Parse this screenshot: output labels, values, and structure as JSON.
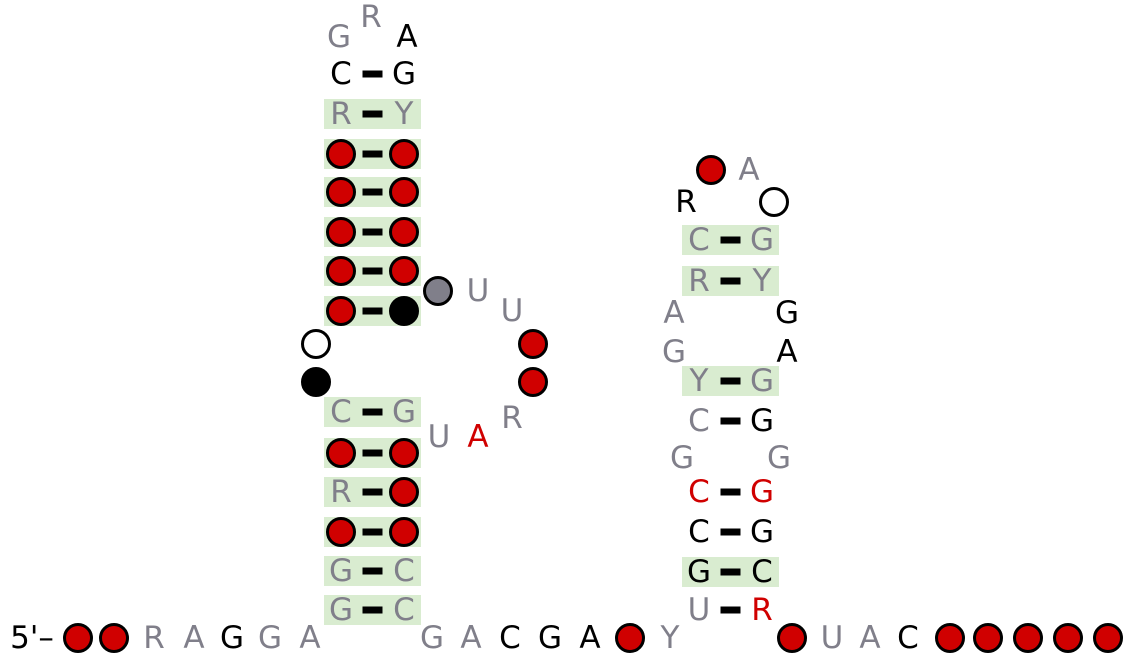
{
  "legend": {
    "colors": {
      "black": "#000000",
      "grey": "#807f8a",
      "red": "#d00000",
      "circle_red": "#d00000",
      "circle_black": "#000000",
      "circle_grey": "#807f8a",
      "circle_open": "#ffffff",
      "covariation_shade": "#d9ecd0",
      "bond": "#000000"
    }
  },
  "five_prime": {
    "label": "5'–"
  },
  "nucleotides": [
    {
      "id": "n1",
      "kind": "circle",
      "fill": "circle_red"
    },
    {
      "id": "n2",
      "kind": "circle",
      "fill": "circle_red"
    },
    {
      "id": "n3",
      "kind": "text",
      "text": "R",
      "color": "grey"
    },
    {
      "id": "n4",
      "kind": "text",
      "text": "A",
      "color": "grey"
    },
    {
      "id": "n5",
      "kind": "text",
      "text": "G",
      "color": "black"
    },
    {
      "id": "n6",
      "kind": "text",
      "text": "G",
      "color": "grey"
    },
    {
      "id": "n7",
      "kind": "text",
      "text": "A",
      "color": "grey"
    },
    {
      "id": "h1-l1",
      "kind": "text",
      "text": "G",
      "color": "grey"
    },
    {
      "id": "h1-l2",
      "kind": "text",
      "text": "G",
      "color": "grey"
    },
    {
      "id": "h1-l3",
      "kind": "circle",
      "fill": "circle_red"
    },
    {
      "id": "h1-l4",
      "kind": "text",
      "text": "R",
      "color": "grey"
    },
    {
      "id": "h1-l5",
      "kind": "circle",
      "fill": "circle_red"
    },
    {
      "id": "h1-l6",
      "kind": "text",
      "text": "C",
      "color": "grey"
    },
    {
      "id": "h1-b1",
      "kind": "circle",
      "fill": "circle_black"
    },
    {
      "id": "h1-b2",
      "kind": "circle",
      "fill": "circle_open"
    },
    {
      "id": "h1-l7",
      "kind": "circle",
      "fill": "circle_red"
    },
    {
      "id": "h1-l8",
      "kind": "circle",
      "fill": "circle_red"
    },
    {
      "id": "h1-l9",
      "kind": "circle",
      "fill": "circle_red"
    },
    {
      "id": "h1-l10",
      "kind": "circle",
      "fill": "circle_red"
    },
    {
      "id": "h1-l11",
      "kind": "circle",
      "fill": "circle_red"
    },
    {
      "id": "h1-l12",
      "kind": "text",
      "text": "R",
      "color": "grey"
    },
    {
      "id": "h1-l13",
      "kind": "text",
      "text": "C",
      "color": "black"
    },
    {
      "id": "h1-loop1",
      "kind": "text",
      "text": "G",
      "color": "grey"
    },
    {
      "id": "h1-loop2",
      "kind": "text",
      "text": "R",
      "color": "grey"
    },
    {
      "id": "h1-loop3",
      "kind": "text",
      "text": "A",
      "color": "black"
    },
    {
      "id": "h1-r13",
      "kind": "text",
      "text": "G",
      "color": "black"
    },
    {
      "id": "h1-r12",
      "kind": "text",
      "text": "Y",
      "color": "grey"
    },
    {
      "id": "h1-r11",
      "kind": "circle",
      "fill": "circle_red"
    },
    {
      "id": "h1-r10",
      "kind": "circle",
      "fill": "circle_red"
    },
    {
      "id": "h1-r9",
      "kind": "circle",
      "fill": "circle_red"
    },
    {
      "id": "h1-r8",
      "kind": "circle",
      "fill": "circle_red"
    },
    {
      "id": "h1-r7",
      "kind": "circle",
      "fill": "circle_black"
    },
    {
      "id": "h1-i1",
      "kind": "circle",
      "fill": "circle_grey"
    },
    {
      "id": "h1-i2",
      "kind": "text",
      "text": "U",
      "color": "grey"
    },
    {
      "id": "h1-i3",
      "kind": "text",
      "text": "U",
      "color": "grey"
    },
    {
      "id": "h1-i4",
      "kind": "circle",
      "fill": "circle_red"
    },
    {
      "id": "h1-i5",
      "kind": "circle",
      "fill": "circle_red"
    },
    {
      "id": "h1-i6",
      "kind": "text",
      "text": "R",
      "color": "grey"
    },
    {
      "id": "h1-i7",
      "kind": "text",
      "text": "A",
      "color": "red"
    },
    {
      "id": "h1-i8",
      "kind": "text",
      "text": "U",
      "color": "grey"
    },
    {
      "id": "h1-r6",
      "kind": "text",
      "text": "G",
      "color": "grey"
    },
    {
      "id": "h1-r5",
      "kind": "circle",
      "fill": "circle_red"
    },
    {
      "id": "h1-r4",
      "kind": "circle",
      "fill": "circle_red"
    },
    {
      "id": "h1-r3",
      "kind": "circle",
      "fill": "circle_red"
    },
    {
      "id": "h1-r2",
      "kind": "text",
      "text": "C",
      "color": "grey"
    },
    {
      "id": "h1-r1",
      "kind": "text",
      "text": "C",
      "color": "grey"
    },
    {
      "id": "j1",
      "kind": "text",
      "text": "G",
      "color": "grey"
    },
    {
      "id": "j2",
      "kind": "text",
      "text": "A",
      "color": "grey"
    },
    {
      "id": "j3",
      "kind": "text",
      "text": "C",
      "color": "black"
    },
    {
      "id": "j4",
      "kind": "text",
      "text": "G",
      "color": "black"
    },
    {
      "id": "j5",
      "kind": "text",
      "text": "A",
      "color": "black"
    },
    {
      "id": "j6",
      "kind": "circle",
      "fill": "circle_red"
    },
    {
      "id": "j7",
      "kind": "text",
      "text": "Y",
      "color": "grey"
    },
    {
      "id": "h2-l1",
      "kind": "text",
      "text": "U",
      "color": "grey"
    },
    {
      "id": "h2-l2",
      "kind": "text",
      "text": "G",
      "color": "black"
    },
    {
      "id": "h2-l3",
      "kind": "text",
      "text": "C",
      "color": "black"
    },
    {
      "id": "h2-l4",
      "kind": "text",
      "text": "C",
      "color": "red"
    },
    {
      "id": "h2-lb1",
      "kind": "text",
      "text": "G",
      "color": "grey"
    },
    {
      "id": "h2-l5",
      "kind": "text",
      "text": "C",
      "color": "grey"
    },
    {
      "id": "h2-l6",
      "kind": "text",
      "text": "Y",
      "color": "grey"
    },
    {
      "id": "h2-lb2",
      "kind": "text",
      "text": "G",
      "color": "grey"
    },
    {
      "id": "h2-lb3",
      "kind": "text",
      "text": "A",
      "color": "grey"
    },
    {
      "id": "h2-l7",
      "kind": "text",
      "text": "R",
      "color": "grey"
    },
    {
      "id": "h2-l8",
      "kind": "text",
      "text": "C",
      "color": "grey"
    },
    {
      "id": "h2-loop1",
      "kind": "text",
      "text": "R",
      "color": "black"
    },
    {
      "id": "h2-loop2",
      "kind": "circle",
      "fill": "circle_red"
    },
    {
      "id": "h2-loop3",
      "kind": "text",
      "text": "A",
      "color": "grey"
    },
    {
      "id": "h2-loop4",
      "kind": "circle",
      "fill": "circle_open"
    },
    {
      "id": "h2-r8",
      "kind": "text",
      "text": "G",
      "color": "grey"
    },
    {
      "id": "h2-r7",
      "kind": "text",
      "text": "Y",
      "color": "grey"
    },
    {
      "id": "h2-rb3",
      "kind": "text",
      "text": "G",
      "color": "black"
    },
    {
      "id": "h2-rb2",
      "kind": "text",
      "text": "A",
      "color": "black"
    },
    {
      "id": "h2-r6",
      "kind": "text",
      "text": "G",
      "color": "grey"
    },
    {
      "id": "h2-r5",
      "kind": "text",
      "text": "G",
      "color": "black"
    },
    {
      "id": "h2-rb1",
      "kind": "text",
      "text": "G",
      "color": "grey"
    },
    {
      "id": "h2-r4",
      "kind": "text",
      "text": "G",
      "color": "red"
    },
    {
      "id": "h2-r3",
      "kind": "text",
      "text": "G",
      "color": "black"
    },
    {
      "id": "h2-r2",
      "kind": "text",
      "text": "C",
      "color": "black"
    },
    {
      "id": "h2-r1",
      "kind": "text",
      "text": "R",
      "color": "red"
    },
    {
      "id": "t1",
      "kind": "circle",
      "fill": "circle_red"
    },
    {
      "id": "t2",
      "kind": "text",
      "text": "U",
      "color": "grey"
    },
    {
      "id": "t3",
      "kind": "text",
      "text": "A",
      "color": "grey"
    },
    {
      "id": "t4",
      "kind": "text",
      "text": "C",
      "color": "black"
    },
    {
      "id": "t5",
      "kind": "circle",
      "fill": "circle_red"
    },
    {
      "id": "t6",
      "kind": "circle",
      "fill": "circle_red"
    },
    {
      "id": "t7",
      "kind": "circle",
      "fill": "circle_red"
    },
    {
      "id": "t8",
      "kind": "circle",
      "fill": "circle_red"
    },
    {
      "id": "t9",
      "kind": "circle",
      "fill": "circle_red"
    }
  ],
  "base_pairs": [
    {
      "a": "h1-l1",
      "b": "h1-r1",
      "covary": true
    },
    {
      "a": "h1-l2",
      "b": "h1-r2",
      "covary": true
    },
    {
      "a": "h1-l3",
      "b": "h1-r3",
      "covary": true
    },
    {
      "a": "h1-l4",
      "b": "h1-r4",
      "covary": true
    },
    {
      "a": "h1-l5",
      "b": "h1-r5",
      "covary": true
    },
    {
      "a": "h1-l6",
      "b": "h1-r6",
      "covary": true
    },
    {
      "a": "h1-l7",
      "b": "h1-r7",
      "covary": true
    },
    {
      "a": "h1-l8",
      "b": "h1-r8",
      "covary": true
    },
    {
      "a": "h1-l9",
      "b": "h1-r9",
      "covary": true
    },
    {
      "a": "h1-l10",
      "b": "h1-r10",
      "covary": true
    },
    {
      "a": "h1-l11",
      "b": "h1-r11",
      "covary": true
    },
    {
      "a": "h1-l12",
      "b": "h1-r12",
      "covary": true
    },
    {
      "a": "h1-l13",
      "b": "h1-r13",
      "covary": false
    },
    {
      "a": "h2-l1",
      "b": "h2-r1",
      "covary": false
    },
    {
      "a": "h2-l2",
      "b": "h2-r2",
      "covary": true
    },
    {
      "a": "h2-l3",
      "b": "h2-r3",
      "covary": false
    },
    {
      "a": "h2-l4",
      "b": "h2-r4",
      "covary": false
    },
    {
      "a": "h2-l5",
      "b": "h2-r5",
      "covary": false
    },
    {
      "a": "h2-l6",
      "b": "h2-r6",
      "covary": true
    },
    {
      "a": "h2-l7",
      "b": "h2-r7",
      "covary": true
    },
    {
      "a": "h2-l8",
      "b": "h2-r8",
      "covary": true
    }
  ]
}
